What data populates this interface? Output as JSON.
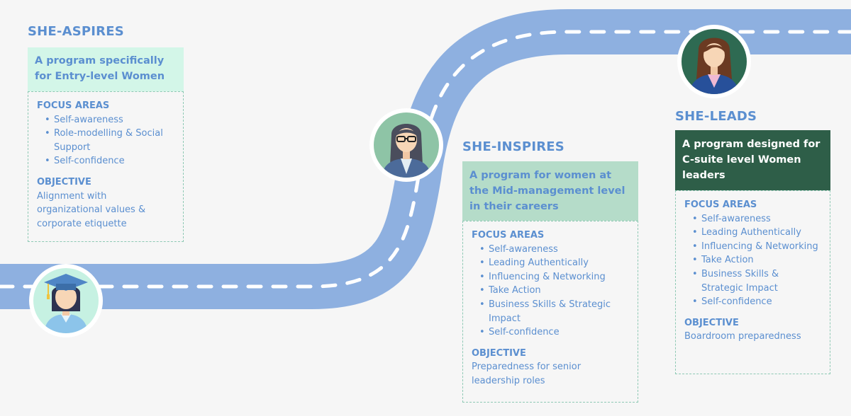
{
  "programs": [
    {
      "title": "SHE-ASPIRES",
      "tagline": "A program specifically for Entry-level Women",
      "focus_heading": "FOCUS AREAS",
      "focus_items": [
        "Self-awareness",
        "Role-modelling & Social Support",
        "Self-confidence"
      ],
      "objective_heading": "OBJECTIVE",
      "objective_text": "Alignment with organizational values & corporate etiquette",
      "avatar_icon": "graduate-woman-icon"
    },
    {
      "title": "SHE-INSPIRES",
      "tagline": "A program for women at the Mid-management level in their careers",
      "focus_heading": "FOCUS AREAS",
      "focus_items": [
        "Self-awareness",
        "Leading Authentically",
        "Influencing & Networking",
        "Take Action",
        "Business Skills & Strategic Impact",
        "Self-confidence"
      ],
      "objective_heading": "OBJECTIVE",
      "objective_text": "Preparedness for senior leadership roles",
      "avatar_icon": "woman-with-glasses-icon"
    },
    {
      "title": "SHE-LEADS",
      "tagline": "A program designed for C-suite level Women leaders",
      "focus_heading": "FOCUS AREAS",
      "focus_items": [
        "Self-awareness",
        "Leading Authentically",
        "Influencing & Networking",
        "Take Action",
        "Business Skills & Strategic Impact",
        "Self-confidence"
      ],
      "objective_heading": "OBJECTIVE",
      "objective_text": "Boardroom preparedness",
      "avatar_icon": "businesswoman-icon"
    }
  ],
  "colors": {
    "background": "#f6f6f6",
    "road": "#8eb0e0",
    "road_dash": "#ffffff",
    "title": "#5b8fd0",
    "aspires_tag_bg": "#d3f6e8",
    "inspires_tag_bg": "#b5dcc9",
    "leads_tag_bg": "#2e5e48",
    "leads_tag_text": "#ffffff",
    "details_border": "#8ec9b4"
  }
}
